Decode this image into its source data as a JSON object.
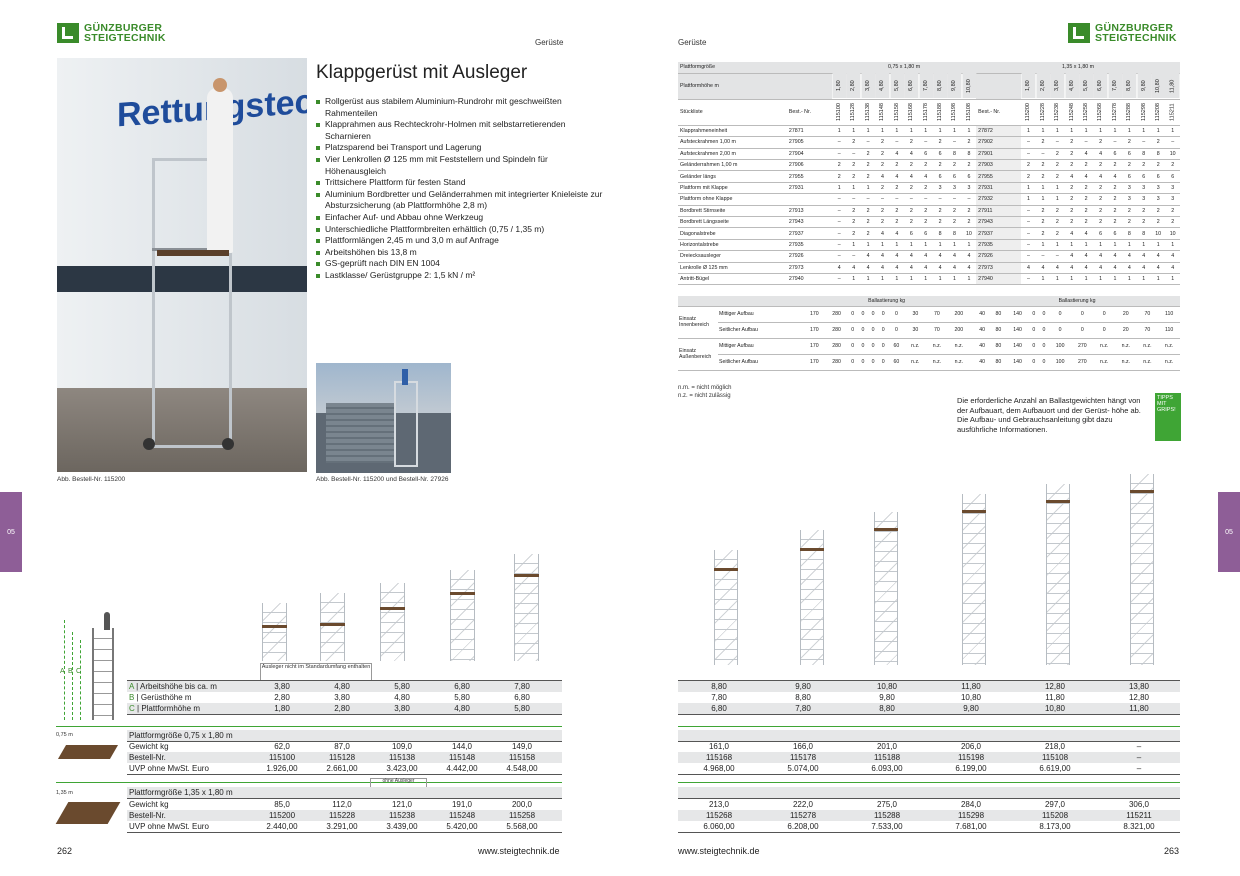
{
  "brand": {
    "line1": "GÜNZBURGER",
    "line2": "STEIGTECHNIK"
  },
  "running_head": "Gerüste",
  "title": "Klappgerüst mit Ausleger",
  "bullets": [
    "Rollgerüst aus stabilem Aluminium-Rundrohr mit geschweißten Rahmenteilen",
    "Klapprahmen aus Rechteckrohr-Holmen mit selbstarretierenden Scharnieren",
    "Platzsparend bei Transport und Lagerung",
    "Vier Lenkrollen Ø 125 mm mit Feststellern und Spindeln für Höhenausgleich",
    "Trittsichere Plattform für festen Stand",
    "Aluminium Bordbretter und Geländerrahmen mit integrierter Knieleiste zur Absturzsicherung (ab Plattformhöhe 2,8 m)",
    "Einfacher Auf- und Abbau ohne Werkzeug",
    "Unterschiedliche Plattformbreiten erhältlich (0,75 / 1,35 m)",
    "Plattformlängen 2,45 m und 3,0 m auf Anfrage",
    "Arbeitshöhen bis 13,8 m",
    "GS-geprüft nach DIN EN 1004",
    "Lastklasse/ Gerüstgruppe 2: 1,5 kN / m²"
  ],
  "photo_text": "Rettungstechn",
  "captions": {
    "main": "Abb. Bestell-Nr. 115200",
    "small": "Abb. Bestell-Nr. 115200 und Bestell-Nr. 27926"
  },
  "side_tab": "05",
  "note_not_standard": "Ausleger nicht im Standardumfang enthalten",
  "note_without_outrigger": "ohne Ausleger",
  "dim_labels": {
    "a": "A",
    "b": "B",
    "c": "C",
    "w1": "0,75 m",
    "w2": "1,35 m"
  },
  "heights": {
    "rows": [
      {
        "letter": "A",
        "label": "Arbeitshöhe bis ca. m"
      },
      {
        "letter": "B",
        "label": "Gerüsthöhe m"
      },
      {
        "letter": "C",
        "label": "Plattformhöhe m"
      }
    ],
    "left": [
      [
        "3,80",
        "4,80",
        "5,80",
        "6,80",
        "7,80"
      ],
      [
        "2,80",
        "3,80",
        "4,80",
        "5,80",
        "6,80"
      ],
      [
        "1,80",
        "2,80",
        "3,80",
        "4,80",
        "5,80"
      ]
    ],
    "right": [
      [
        "8,80",
        "9,80",
        "10,80",
        "11,80",
        "12,80",
        "13,80"
      ],
      [
        "7,80",
        "8,80",
        "9,80",
        "10,80",
        "11,80",
        "12,80"
      ],
      [
        "6,80",
        "7,80",
        "8,80",
        "9,80",
        "10,80",
        "11,80"
      ]
    ]
  },
  "size075": {
    "header": "Plattformgröße 0,75 x 1,80 m",
    "labels": [
      "Gewicht kg",
      "Bestell-Nr.",
      "UVP ohne MwSt. Euro"
    ],
    "left": [
      [
        "62,0",
        "87,0",
        "109,0",
        "144,0",
        "149,0"
      ],
      [
        "115100",
        "115128",
        "115138",
        "115148",
        "115158"
      ],
      [
        "1.926,00",
        "2.661,00",
        "3.423,00",
        "4.442,00",
        "4.548,00"
      ]
    ],
    "right": [
      [
        "161,0",
        "166,0",
        "201,0",
        "206,0",
        "218,0",
        "–"
      ],
      [
        "115168",
        "115178",
        "115188",
        "115198",
        "115108",
        "–"
      ],
      [
        "4.968,00",
        "5.074,00",
        "6.093,00",
        "6.199,00",
        "6.619,00",
        "–"
      ]
    ]
  },
  "size135": {
    "header": "Plattformgröße 1,35 x 1,80 m",
    "labels": [
      "Gewicht kg",
      "Bestell-Nr.",
      "UVP ohne MwSt. Euro"
    ],
    "left": [
      [
        "85,0",
        "112,0",
        "121,0",
        "191,0",
        "200,0"
      ],
      [
        "115200",
        "115228",
        "115238",
        "115248",
        "115258"
      ],
      [
        "2.440,00",
        "3.291,00",
        "3.439,00",
        "5.420,00",
        "5.568,00"
      ]
    ],
    "right": [
      [
        "213,0",
        "222,0",
        "275,0",
        "284,0",
        "297,0",
        "306,0"
      ],
      [
        "115268",
        "115278",
        "115288",
        "115298",
        "115208",
        "115211"
      ],
      [
        "6.060,00",
        "6.208,00",
        "7.533,00",
        "7.681,00",
        "8.173,00",
        "8.321,00"
      ]
    ]
  },
  "parts": {
    "label_platform_size": "Plattformgröße",
    "size_a": "0,75 x 1,80 m",
    "size_b": "1,35 x 1,80 m",
    "label_platform_height": "Plattformhöhe m",
    "heights_a": [
      "1,80",
      "2,80",
      "3,80",
      "4,80",
      "5,80",
      "6,80",
      "7,80",
      "8,80",
      "9,80",
      "10,80"
    ],
    "heights_b": [
      "1,80",
      "2,80",
      "3,80",
      "4,80",
      "5,80",
      "6,80",
      "7,80",
      "8,80",
      "9,80",
      "10,80",
      "11,80"
    ],
    "label_list": "Stückliste",
    "label_order": "Best.- Nr.",
    "orders_a": [
      "115100",
      "115128",
      "115138",
      "115148",
      "115158",
      "115168",
      "115178",
      "115188",
      "115198",
      "115108"
    ],
    "orders_b": [
      "115200",
      "115228",
      "115238",
      "115248",
      "115258",
      "115268",
      "115278",
      "115288",
      "115298",
      "115208",
      "115211"
    ],
    "rows": [
      {
        "name": "Klapprahmeneinheit",
        "na": "27871",
        "a": [
          "1",
          "1",
          "1",
          "1",
          "1",
          "1",
          "1",
          "1",
          "1",
          "1"
        ],
        "nb": "27872",
        "b": [
          "1",
          "1",
          "1",
          "1",
          "1",
          "1",
          "1",
          "1",
          "1",
          "1",
          "1"
        ]
      },
      {
        "name": "Aufsteckrahmen 1,00 m",
        "na": "27905",
        "a": [
          "–",
          "2",
          "–",
          "2",
          "–",
          "2",
          "–",
          "2",
          "–",
          "2"
        ],
        "nb": "27902",
        "b": [
          "–",
          "2",
          "–",
          "2",
          "–",
          "2",
          "–",
          "2",
          "–",
          "2",
          "–"
        ]
      },
      {
        "name": "Aufsteckrahmen 2,00 m",
        "na": "27904",
        "a": [
          "–",
          "–",
          "2",
          "2",
          "4",
          "4",
          "6",
          "6",
          "8",
          "8"
        ],
        "nb": "27901",
        "b": [
          "–",
          "–",
          "2",
          "2",
          "4",
          "4",
          "6",
          "6",
          "8",
          "8",
          "10"
        ]
      },
      {
        "name": "Geländerrahmen 1,00 m",
        "na": "27906",
        "a": [
          "2",
          "2",
          "2",
          "2",
          "2",
          "2",
          "2",
          "2",
          "2",
          "2"
        ],
        "nb": "27903",
        "b": [
          "2",
          "2",
          "2",
          "2",
          "2",
          "2",
          "2",
          "2",
          "2",
          "2",
          "2"
        ]
      },
      {
        "name": "Geländer längs",
        "na": "27955",
        "a": [
          "2",
          "2",
          "2",
          "4",
          "4",
          "4",
          "4",
          "6",
          "6",
          "6"
        ],
        "nb": "27955",
        "b": [
          "2",
          "2",
          "2",
          "4",
          "4",
          "4",
          "4",
          "6",
          "6",
          "6",
          "6"
        ]
      },
      {
        "name": "Plattform mit Klappe",
        "na": "27931",
        "a": [
          "1",
          "1",
          "1",
          "2",
          "2",
          "2",
          "2",
          "3",
          "3",
          "3"
        ],
        "nb": "27931",
        "b": [
          "1",
          "1",
          "1",
          "2",
          "2",
          "2",
          "2",
          "3",
          "3",
          "3",
          "3"
        ]
      },
      {
        "name": "Plattform ohne Klappe",
        "na": "",
        "a": [
          "–",
          "–",
          "–",
          "–",
          "–",
          "–",
          "–",
          "–",
          "–",
          "–"
        ],
        "nb": "27932",
        "b": [
          "1",
          "1",
          "1",
          "2",
          "2",
          "2",
          "2",
          "3",
          "3",
          "3",
          "3"
        ]
      },
      {
        "name": "Bordbrett Stirnseite",
        "na": "27913",
        "a": [
          "–",
          "2",
          "2",
          "2",
          "2",
          "2",
          "2",
          "2",
          "2",
          "2"
        ],
        "nb": "27911",
        "b": [
          "–",
          "2",
          "2",
          "2",
          "2",
          "2",
          "2",
          "2",
          "2",
          "2",
          "2"
        ]
      },
      {
        "name": "Bordbrett Längsseite",
        "na": "27943",
        "a": [
          "–",
          "2",
          "2",
          "2",
          "2",
          "2",
          "2",
          "2",
          "2",
          "2"
        ],
        "nb": "27943",
        "b": [
          "–",
          "2",
          "2",
          "2",
          "2",
          "2",
          "2",
          "2",
          "2",
          "2",
          "2"
        ]
      },
      {
        "name": "Diagonalstrebe",
        "na": "27937",
        "a": [
          "–",
          "2",
          "2",
          "4",
          "4",
          "6",
          "6",
          "8",
          "8",
          "10"
        ],
        "nb": "27937",
        "b": [
          "–",
          "2",
          "2",
          "4",
          "4",
          "6",
          "6",
          "8",
          "8",
          "10",
          "10"
        ]
      },
      {
        "name": "Horizontalstrebe",
        "na": "27935",
        "a": [
          "–",
          "1",
          "1",
          "1",
          "1",
          "1",
          "1",
          "1",
          "1",
          "1"
        ],
        "nb": "27935",
        "b": [
          "–",
          "1",
          "1",
          "1",
          "1",
          "1",
          "1",
          "1",
          "1",
          "1",
          "1"
        ]
      },
      {
        "name": "Dreiecksausleger",
        "na": "27926",
        "a": [
          "–",
          "–",
          "4",
          "4",
          "4",
          "4",
          "4",
          "4",
          "4",
          "4"
        ],
        "nb": "27926",
        "b": [
          "–",
          "–",
          "–",
          "4",
          "4",
          "4",
          "4",
          "4",
          "4",
          "4",
          "4"
        ]
      },
      {
        "name": "Lenkrolle Ø 125 mm",
        "na": "27973",
        "a": [
          "4",
          "4",
          "4",
          "4",
          "4",
          "4",
          "4",
          "4",
          "4",
          "4"
        ],
        "nb": "27973",
        "b": [
          "4",
          "4",
          "4",
          "4",
          "4",
          "4",
          "4",
          "4",
          "4",
          "4",
          "4"
        ]
      },
      {
        "name": "Antritt-Bügel",
        "na": "27940",
        "a": [
          "–",
          "1",
          "1",
          "1",
          "1",
          "1",
          "1",
          "1",
          "1",
          "1"
        ],
        "nb": "27940",
        "b": [
          "–",
          "1",
          "1",
          "1",
          "1",
          "1",
          "1",
          "1",
          "1",
          "1",
          "1"
        ]
      }
    ]
  },
  "ballast": {
    "header": "Ballastierung kg",
    "groups": [
      {
        "label": "Einsatz Innenbereich",
        "rows": [
          {
            "name": "Mittiger Aufbau",
            "a": [
              "170",
              "280",
              "0",
              "0",
              "0",
              "0",
              "0",
              "30",
              "70",
              "200"
            ],
            "b": [
              "40",
              "80",
              "140",
              "0",
              "0",
              "0",
              "0",
              "0",
              "20",
              "70",
              "110"
            ]
          },
          {
            "name": "Seitlicher Aufbau",
            "a": [
              "170",
              "280",
              "0",
              "0",
              "0",
              "0",
              "0",
              "30",
              "70",
              "200"
            ],
            "b": [
              "40",
              "80",
              "140",
              "0",
              "0",
              "0",
              "0",
              "0",
              "20",
              "70",
              "110"
            ]
          }
        ]
      },
      {
        "label": "Einsatz Außenbereich",
        "rows": [
          {
            "name": "Mittiger Aufbau",
            "a": [
              "170",
              "280",
              "0",
              "0",
              "0",
              "0",
              "60",
              "n.z.",
              "n.z.",
              "n.z."
            ],
            "b": [
              "40",
              "80",
              "140",
              "0",
              "0",
              "100",
              "270",
              "n.z.",
              "n.z.",
              "n.z.",
              "n.z."
            ]
          },
          {
            "name": "Seitlicher Aufbau",
            "a": [
              "170",
              "280",
              "0",
              "0",
              "0",
              "0",
              "60",
              "n.z.",
              "n.z.",
              "n.z."
            ],
            "b": [
              "40",
              "80",
              "140",
              "0",
              "0",
              "100",
              "270",
              "n.z.",
              "n.z.",
              "n.z.",
              "n.z."
            ]
          }
        ]
      }
    ],
    "footnote1": "n.m. = nicht möglich",
    "footnote2": "n.z. = nicht zulässig"
  },
  "tip": {
    "text": "Die erforderliche Anzahl an Ballastgewichten hängt von der Aufbauart, dem Aufbauort und der Gerüst- höhe ab. Die Aufbau- und Gebrauchsanleitung gibt dazu ausführliche Informationen.",
    "badge": "TIPPS MIT GRIPS!"
  },
  "footer": {
    "web": "www.steigtechnik.de",
    "page_left": "262",
    "page_right": "263"
  },
  "colors": {
    "brand_green": "#3a8b2a",
    "tab_purple": "#8e5e97",
    "tip_green": "#3fa535",
    "row_grey": "#e6e7e8"
  }
}
